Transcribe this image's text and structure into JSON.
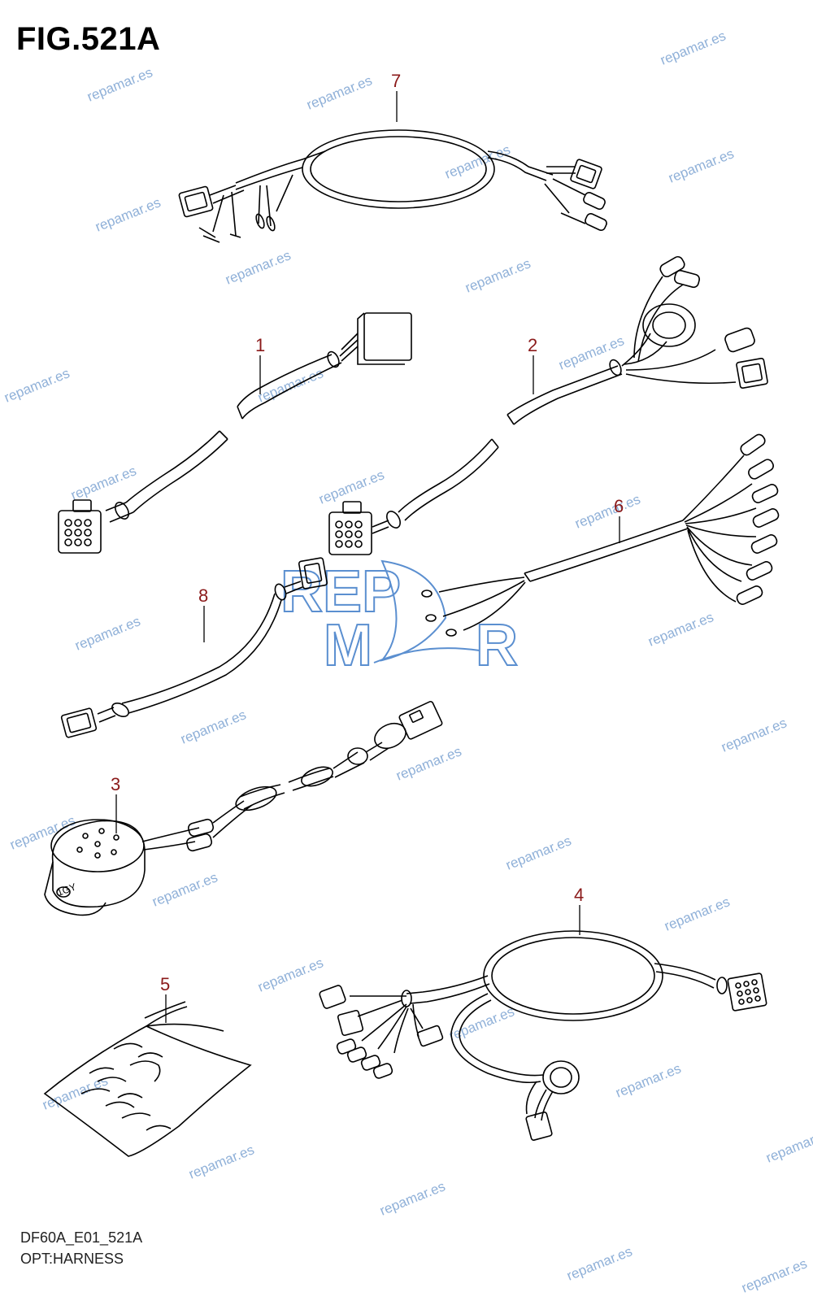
{
  "title": "FIG.521A",
  "footer": {
    "code": "DF60A_E01_521A",
    "name": "OPT:HARNESS"
  },
  "callouts": [
    "7",
    "1",
    "2",
    "6",
    "8",
    "3",
    "4",
    "5"
  ],
  "watermark_text": "repamar.es",
  "logo": {
    "top": "REP",
    "bottom": "M",
    "bottom_end": "R"
  },
  "colors": {
    "line": "#000000",
    "callout": "#8b1a1a",
    "watermark": "#8fb0d8",
    "logo": "#5b8fd0"
  },
  "sticker_text": "1GY"
}
